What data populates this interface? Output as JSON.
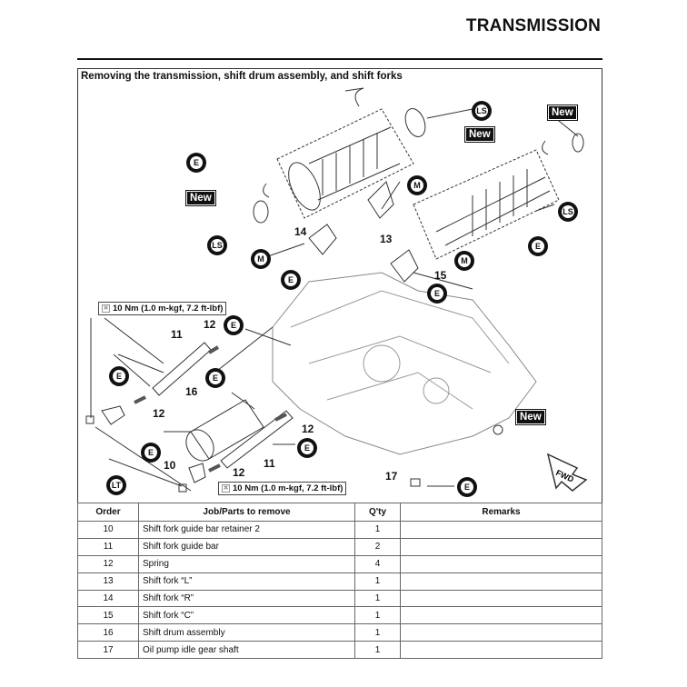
{
  "header": {
    "title": "TRANSMISSION"
  },
  "section": {
    "subtitle": "Removing the transmission, shift drum assembly, and shift forks"
  },
  "diagram": {
    "new_label": "New",
    "torque_label": "10 Nm (1.0 m-kgf, 7.2 ft-lbf)",
    "torque_icon": "wrench-icon",
    "symbols": {
      "engine_oil": "E",
      "moly": "M",
      "lithium_soap": "LS",
      "locktite": "LT"
    },
    "fwd_label": "FWD",
    "callouts": [
      "14",
      "13",
      "15",
      "12",
      "11",
      "16",
      "12",
      "12",
      "11",
      "10",
      "12",
      "17"
    ]
  },
  "table": {
    "headers": [
      "Order",
      "Job/Parts to remove",
      "Q'ty",
      "Remarks"
    ],
    "rows": [
      {
        "order": "10",
        "part": "Shift fork guide bar retainer 2",
        "qty": "1",
        "remarks": ""
      },
      {
        "order": "11",
        "part": "Shift fork guide bar",
        "qty": "2",
        "remarks": ""
      },
      {
        "order": "12",
        "part": "Spring",
        "qty": "4",
        "remarks": ""
      },
      {
        "order": "13",
        "part": "Shift fork “L”",
        "qty": "1",
        "remarks": ""
      },
      {
        "order": "14",
        "part": "Shift fork “R”",
        "qty": "1",
        "remarks": ""
      },
      {
        "order": "15",
        "part": "Shift fork “C”",
        "qty": "1",
        "remarks": ""
      },
      {
        "order": "16",
        "part": "Shift drum assembly",
        "qty": "1",
        "remarks": ""
      },
      {
        "order": "17",
        "part": "Oil pump idle gear shaft",
        "qty": "1",
        "remarks": ""
      }
    ]
  }
}
